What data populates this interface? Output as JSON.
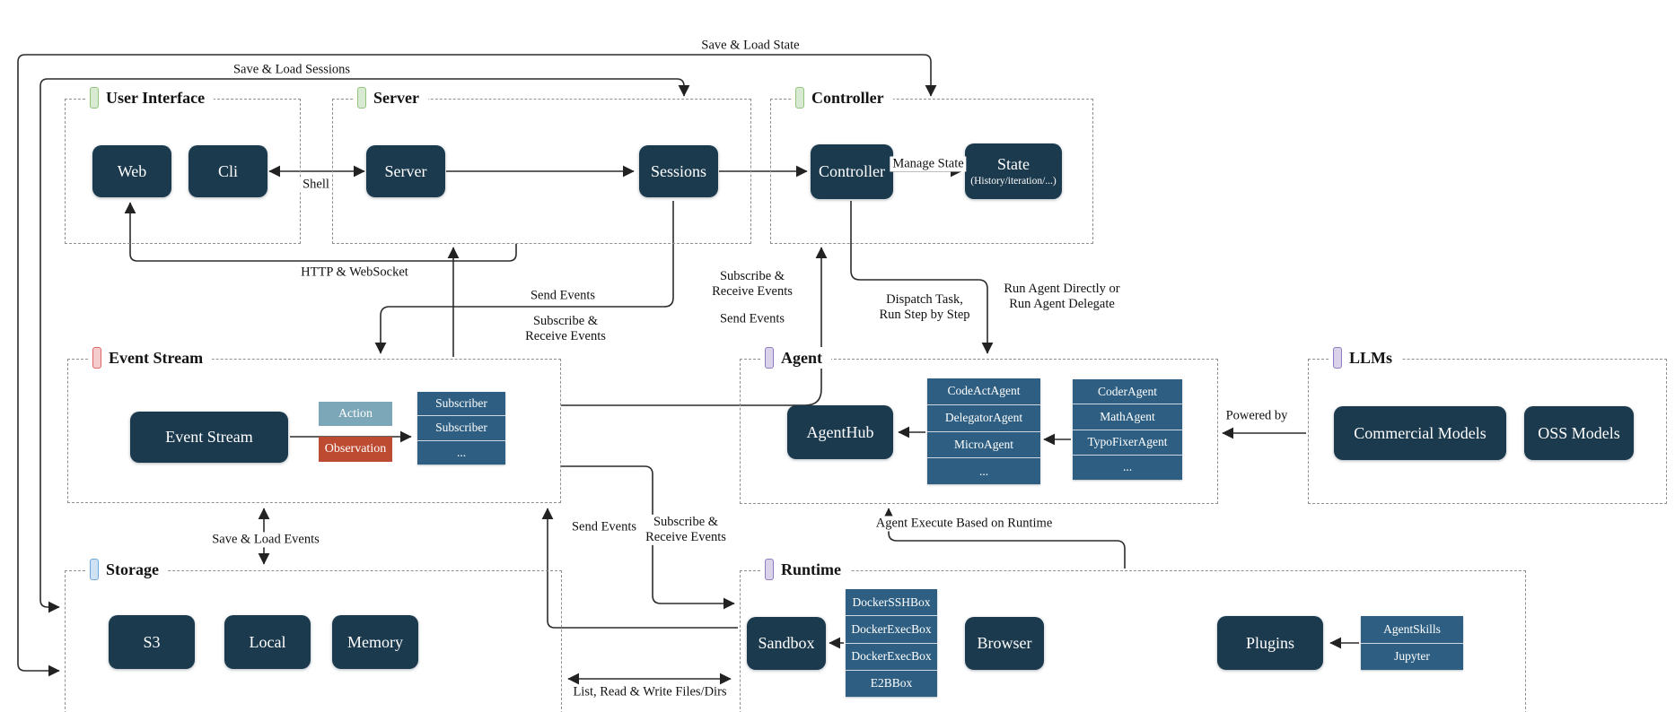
{
  "groups": {
    "user_interface": {
      "title": "User Interface",
      "accent": "#93c47d"
    },
    "server": {
      "title": "Server",
      "accent": "#93c47d"
    },
    "controller": {
      "title": "Controller",
      "accent": "#93c47d"
    },
    "event_stream": {
      "title": "Event Stream",
      "accent": "#e06666"
    },
    "agent": {
      "title": "Agent",
      "accent": "#8e7cc3"
    },
    "llms": {
      "title": "LLMs",
      "accent": "#8e7cc3"
    },
    "storage": {
      "title": "Storage",
      "accent": "#6fa8dc"
    },
    "runtime": {
      "title": "Runtime",
      "accent": "#8e7cc3"
    }
  },
  "boxes": {
    "web": "Web",
    "cli": "Cli",
    "server": "Server",
    "sessions": "Sessions",
    "controller": "Controller",
    "state_title": "State",
    "state_sub": "(History/iteration/...)",
    "event_stream": "Event Stream",
    "action": "Action",
    "observation": "Observation",
    "agenthub": "AgentHub",
    "commercial_models": "Commercial Models",
    "oss_models": "OSS Models",
    "s3": "S3",
    "local": "Local",
    "memory": "Memory",
    "sandbox": "Sandbox",
    "browser": "Browser",
    "plugins": "Plugins"
  },
  "stacks": {
    "subscribers": [
      "Subscriber",
      "Subscriber",
      "..."
    ],
    "agents_primary": [
      "CodeActAgent",
      "DelegatorAgent",
      "MicroAgent",
      "..."
    ],
    "agents_micro": [
      "CoderAgent",
      "MathAgent",
      "TypoFixerAgent",
      "..."
    ],
    "sandboxes": [
      "DockerSSHBox",
      "DockerExecBox",
      "DockerExecBox",
      "E2BBox"
    ],
    "plugin_list": [
      "AgentSkills",
      "Jupyter"
    ]
  },
  "edges": {
    "save_load_state": "Save & Load State",
    "save_load_sessions": "Save & Load Sessions",
    "shell": "Shell",
    "http_websocket": "HTTP & WebSocket",
    "manage_state": "Manage State",
    "send_events_sessions": "Send Events",
    "subscribe_receive_sessions": "Subscribe &\nReceive Events",
    "subscribe_receive_controller": "Subscribe &\nReceive Events",
    "send_events_controller": "Send Events",
    "dispatch_task": "Dispatch Task,\nRun Step by Step",
    "run_agent": "Run Agent Directly or\nRun Agent Delegate",
    "powered_by": "Powered by",
    "save_load_events": "Save & Load Events",
    "send_events_runtime": "Send Events",
    "subscribe_receive_runtime": "Subscribe &\nReceive Events",
    "agent_execute": "Agent Execute Based on Runtime",
    "list_read_write": "List, Read & Write Files/Dirs"
  },
  "colors": {
    "node_dark": "#1c3a4e",
    "stack_blue": "#2e5f82",
    "action_blue": "#7ca7b8",
    "observation_red": "#bd4b32",
    "accent_green": "#93c47d",
    "accent_red": "#e06666",
    "accent_blue": "#6fa8dc",
    "accent_purple": "#8e7cc3",
    "line": "#2b2b2b"
  }
}
